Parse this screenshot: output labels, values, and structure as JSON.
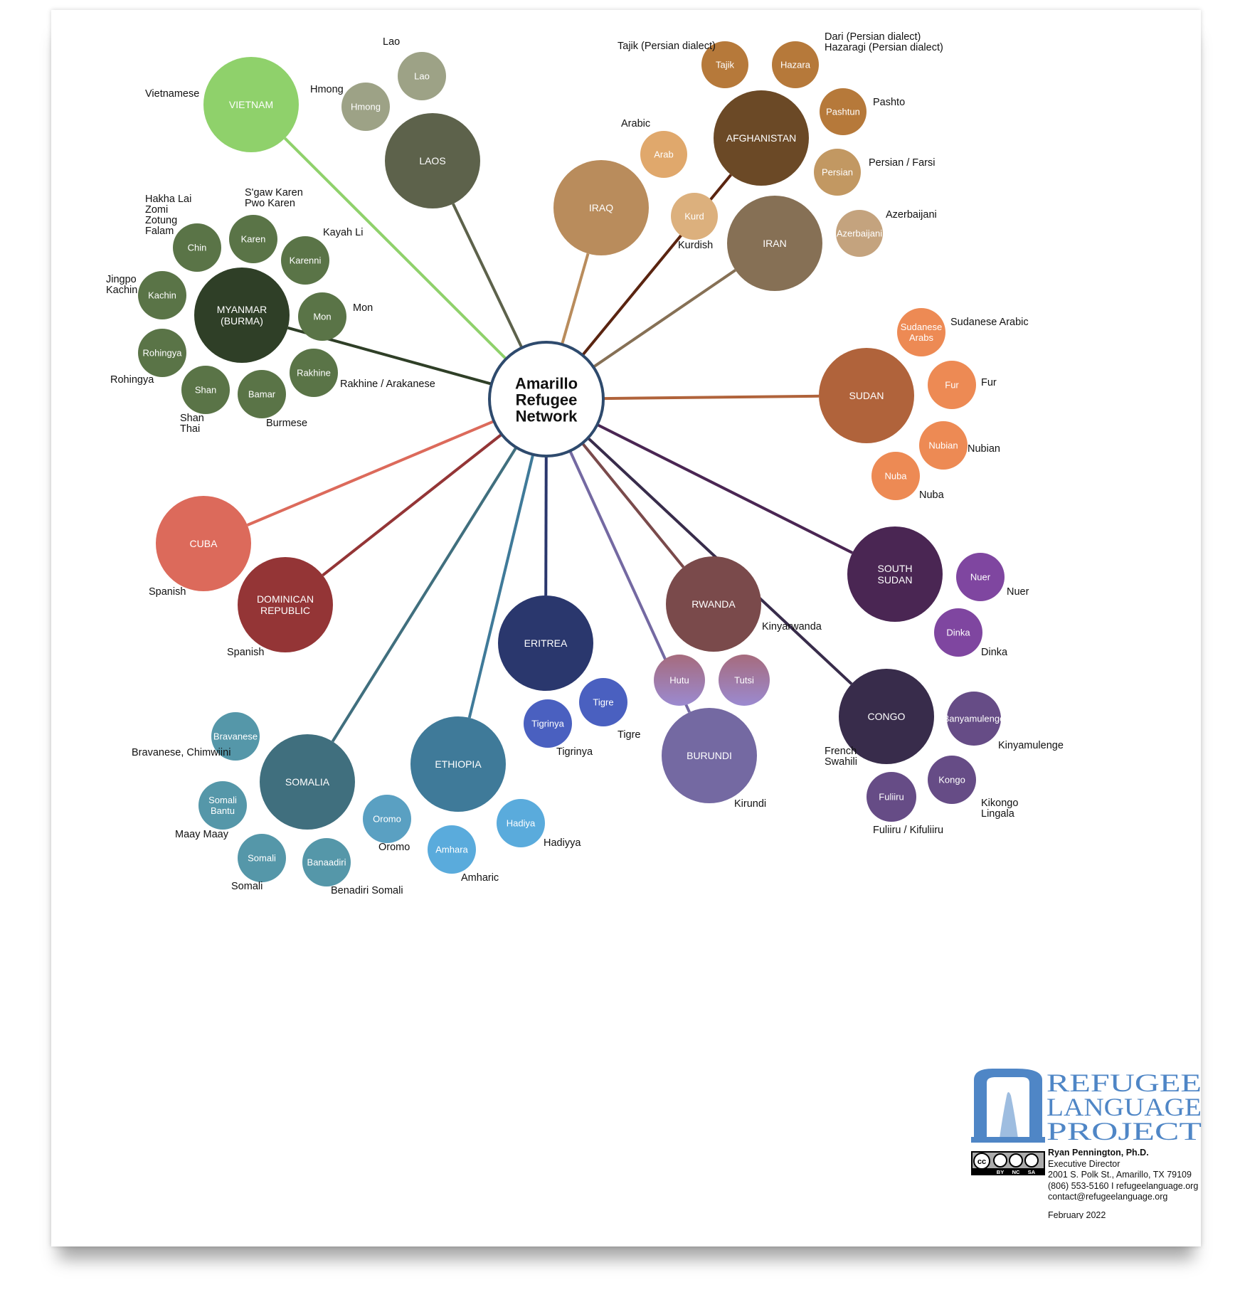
{
  "hub": {
    "line1": "Amarillo",
    "line2": "Refugee",
    "line3": "Network"
  },
  "countries": [
    {
      "id": "vietnam",
      "label": [
        "VIETNAM"
      ],
      "color": "#8fd16b",
      "line": "#8fd16b"
    },
    {
      "id": "laos",
      "label": [
        "LAOS"
      ],
      "color": "#5d624b",
      "line": "#5d624b"
    },
    {
      "id": "myanmar",
      "label": [
        "MYANMAR",
        "(BURMA)"
      ],
      "color": "#2f3f27",
      "line": "#2f3f27"
    },
    {
      "id": "iraq",
      "label": [
        "IRAQ"
      ],
      "color": "#b98c5c",
      "line": "#b98c5c"
    },
    {
      "id": "afghanistan",
      "label": [
        "AFGHANISTAN"
      ],
      "color": "#6b4926",
      "line": "#5a2410"
    },
    {
      "id": "iran",
      "label": [
        "IRAN"
      ],
      "color": "#867055",
      "line": "#867055"
    },
    {
      "id": "sudan",
      "label": [
        "SUDAN"
      ],
      "color": "#b0633b",
      "line": "#b0633b"
    },
    {
      "id": "south-sudan",
      "label": [
        "SOUTH",
        "SUDAN"
      ],
      "color": "#4a2653",
      "line": "#4a2653"
    },
    {
      "id": "cuba",
      "label": [
        "CUBA"
      ],
      "color": "#dc6a5b",
      "line": "#dc6a5b"
    },
    {
      "id": "dominican-republic",
      "label": [
        "DOMINICAN",
        "REPUBLIC"
      ],
      "color": "#943536",
      "line": "#943536"
    },
    {
      "id": "somalia",
      "label": [
        "SOMALIA"
      ],
      "color": "#406f7e",
      "line": "#406f7e"
    },
    {
      "id": "ethiopia",
      "label": [
        "ETHIOPIA"
      ],
      "color": "#3f7a99",
      "line": "#3f7a99"
    },
    {
      "id": "eritrea",
      "label": [
        "ERITREA"
      ],
      "color": "#2a376d",
      "line": "#2a376d"
    },
    {
      "id": "burundi",
      "label": [
        "BURUNDI"
      ],
      "color": "#7469a2",
      "line": "#7469a2"
    },
    {
      "id": "rwanda",
      "label": [
        "RWANDA"
      ],
      "color": "#7a4a4b",
      "line": "#7a4a4b"
    },
    {
      "id": "congo",
      "label": [
        "CONGO"
      ],
      "color": "#382c4b",
      "line": "#382c4b"
    }
  ],
  "groups": [
    {
      "id": "lao",
      "label": [
        "Lao"
      ],
      "color": "#9da286"
    },
    {
      "id": "hmong",
      "label": [
        "Hmong"
      ],
      "color": "#9da286"
    },
    {
      "id": "chin",
      "label": [
        "Chin"
      ],
      "color": "#5a7447"
    },
    {
      "id": "karen",
      "label": [
        "Karen"
      ],
      "color": "#5a7447"
    },
    {
      "id": "karenni",
      "label": [
        "Karenni"
      ],
      "color": "#5a7447"
    },
    {
      "id": "kachin",
      "label": [
        "Kachin"
      ],
      "color": "#5a7447"
    },
    {
      "id": "mon",
      "label": [
        "Mon"
      ],
      "color": "#5a7447"
    },
    {
      "id": "rohingya",
      "label": [
        "Rohingya"
      ],
      "color": "#5a7447"
    },
    {
      "id": "rakhine",
      "label": [
        "Rakhine"
      ],
      "color": "#5a7447"
    },
    {
      "id": "shan",
      "label": [
        "Shan"
      ],
      "color": "#5a7447"
    },
    {
      "id": "bamar",
      "label": [
        "Bamar"
      ],
      "color": "#5a7447"
    },
    {
      "id": "tajik",
      "label": [
        "Tajik"
      ],
      "color": "#b6793a"
    },
    {
      "id": "hazara",
      "label": [
        "Hazara"
      ],
      "color": "#b6793a"
    },
    {
      "id": "pashtun",
      "label": [
        "Pashtun"
      ],
      "color": "#b6793a"
    },
    {
      "id": "persian",
      "label": [
        "Persian"
      ],
      "color": "#c29862"
    },
    {
      "id": "arab",
      "label": [
        "Arab"
      ],
      "color": "#e0a86c"
    },
    {
      "id": "kurd",
      "label": [
        "Kurd"
      ],
      "color": "#dcb07d"
    },
    {
      "id": "azerbaijani",
      "label": [
        "Azerbaijani"
      ],
      "color": "#c4a37e"
    },
    {
      "id": "sudanese-arabs",
      "label": [
        "Sudanese",
        "Arabs"
      ],
      "color": "#ed8a54"
    },
    {
      "id": "fur",
      "label": [
        "Fur"
      ],
      "color": "#ed8a54"
    },
    {
      "id": "nubian",
      "label": [
        "Nubian"
      ],
      "color": "#ed8a54"
    },
    {
      "id": "nuba",
      "label": [
        "Nuba"
      ],
      "color": "#ed8a54"
    },
    {
      "id": "nuer",
      "label": [
        "Nuer"
      ],
      "color": "#7f46a0"
    },
    {
      "id": "dinka",
      "label": [
        "Dinka"
      ],
      "color": "#7f46a0"
    },
    {
      "id": "hutu",
      "label": [
        "Hutu"
      ],
      "color": "#a07a9a"
    },
    {
      "id": "tutsi",
      "label": [
        "Tutsi"
      ],
      "color": "#a07a9a"
    },
    {
      "id": "tigre",
      "label": [
        "Tigre"
      ],
      "color": "#4a60c0"
    },
    {
      "id": "tigrinya",
      "label": [
        "Tigrinya"
      ],
      "color": "#4a60c0"
    },
    {
      "id": "banyamulenge",
      "label": [
        "Banyamulenge"
      ],
      "color": "#664c86"
    },
    {
      "id": "kongo",
      "label": [
        "Kongo"
      ],
      "color": "#664c86"
    },
    {
      "id": "fuliiru",
      "label": [
        "Fuliiru"
      ],
      "color": "#664c86"
    },
    {
      "id": "bravanese",
      "label": [
        "Bravanese"
      ],
      "color": "#5597a9"
    },
    {
      "id": "somali-bantu",
      "label": [
        "Somali",
        "Bantu"
      ],
      "color": "#5597a9"
    },
    {
      "id": "somali",
      "label": [
        "Somali"
      ],
      "color": "#5597a9"
    },
    {
      "id": "banaadiri",
      "label": [
        "Banaadiri"
      ],
      "color": "#5597a9"
    },
    {
      "id": "oromo",
      "label": [
        "Oromo"
      ],
      "color": "#5aa0c2"
    },
    {
      "id": "amhara",
      "label": [
        "Amhara"
      ],
      "color": "#5aabdc"
    },
    {
      "id": "hadiya",
      "label": [
        "Hadiya"
      ],
      "color": "#5aabdc"
    }
  ],
  "languages": [
    {
      "id": "lang-lao",
      "lines": [
        "Lao"
      ]
    },
    {
      "id": "lang-hmong",
      "lines": [
        "Hmong"
      ]
    },
    {
      "id": "lang-vietnamese",
      "lines": [
        "Vietnamese"
      ]
    },
    {
      "id": "lang-chin",
      "lines": [
        "Hakha Lai",
        "Zomi",
        "Zotung",
        "Falam"
      ]
    },
    {
      "id": "lang-karen",
      "lines": [
        "S'gaw Karen",
        "Pwo Karen"
      ]
    },
    {
      "id": "lang-karenni",
      "lines": [
        "Kayah Li"
      ]
    },
    {
      "id": "lang-kachin",
      "lines": [
        "Jingpo",
        "Kachin"
      ]
    },
    {
      "id": "lang-mon",
      "lines": [
        "Mon"
      ]
    },
    {
      "id": "lang-rohingya",
      "lines": [
        "Rohingya"
      ]
    },
    {
      "id": "lang-rakhine",
      "lines": [
        "Rakhine / Arakanese"
      ]
    },
    {
      "id": "lang-shan",
      "lines": [
        "Shan",
        "Thai"
      ]
    },
    {
      "id": "lang-burmese",
      "lines": [
        "Burmese"
      ]
    },
    {
      "id": "lang-tajik",
      "lines": [
        "Tajik (Persian dialect)"
      ]
    },
    {
      "id": "lang-hazara",
      "lines": [
        "Dari (Persian dialect)",
        "Hazaragi (Persian dialect)"
      ]
    },
    {
      "id": "lang-pashto",
      "lines": [
        "Pashto"
      ]
    },
    {
      "id": "lang-persian",
      "lines": [
        "Persian / Farsi"
      ]
    },
    {
      "id": "lang-arabic",
      "lines": [
        "Arabic"
      ]
    },
    {
      "id": "lang-kurdish",
      "lines": [
        "Kurdish"
      ]
    },
    {
      "id": "lang-azerbaijani",
      "lines": [
        "Azerbaijani"
      ]
    },
    {
      "id": "lang-sudanese-arabic",
      "lines": [
        "Sudanese Arabic"
      ]
    },
    {
      "id": "lang-fur",
      "lines": [
        "Fur"
      ]
    },
    {
      "id": "lang-nubian",
      "lines": [
        "Nubian"
      ]
    },
    {
      "id": "lang-nuba",
      "lines": [
        "Nuba"
      ]
    },
    {
      "id": "lang-nuer",
      "lines": [
        "Nuer"
      ]
    },
    {
      "id": "lang-dinka",
      "lines": [
        "Dinka"
      ]
    },
    {
      "id": "lang-spanish-cuba",
      "lines": [
        "Spanish"
      ]
    },
    {
      "id": "lang-spanish-dr",
      "lines": [
        "Spanish"
      ]
    },
    {
      "id": "lang-kinyarwanda",
      "lines": [
        "Kinyarwanda"
      ]
    },
    {
      "id": "lang-tigre",
      "lines": [
        "Tigre"
      ]
    },
    {
      "id": "lang-tigrinya",
      "lines": [
        "Tigrinya"
      ]
    },
    {
      "id": "lang-kirundi",
      "lines": [
        "Kirundi"
      ]
    },
    {
      "id": "lang-congo",
      "lines": [
        "French",
        "Swahili"
      ]
    },
    {
      "id": "lang-kinyamulenge",
      "lines": [
        "Kinyamulenge"
      ]
    },
    {
      "id": "lang-kongo",
      "lines": [
        "Kikongo",
        "Lingala"
      ]
    },
    {
      "id": "lang-fuliiru",
      "lines": [
        "Fuliiru / Kifuliiru"
      ]
    },
    {
      "id": "lang-bravanese",
      "lines": [
        "Bravanese, Chimwiini"
      ]
    },
    {
      "id": "lang-maay",
      "lines": [
        "Maay Maay"
      ]
    },
    {
      "id": "lang-somali",
      "lines": [
        "Somali"
      ]
    },
    {
      "id": "lang-benadiri",
      "lines": [
        "Benadiri Somali"
      ]
    },
    {
      "id": "lang-oromo",
      "lines": [
        "Oromo"
      ]
    },
    {
      "id": "lang-amharic",
      "lines": [
        "Amharic"
      ]
    },
    {
      "id": "lang-hadiyya",
      "lines": [
        "Hadiyya"
      ]
    }
  ],
  "footer": {
    "logo_line1": "REFUGEE",
    "logo_line2": "LANGUAGE",
    "logo_line3": "PROJECT",
    "logo_color": "#4f86c6",
    "cc_parts": [
      "BY",
      "NC",
      "SA"
    ],
    "contact_name": "Ryan Pennington, Ph.D.",
    "contact_title": "Executive Director",
    "contact_address": "2001 S. Polk St., Amarillo, TX 79109",
    "contact_phone_web": "(806) 553-5160 I refugeelanguage.org",
    "contact_email": "contact@refugeelanguage.org",
    "contact_date": "February 2022"
  }
}
